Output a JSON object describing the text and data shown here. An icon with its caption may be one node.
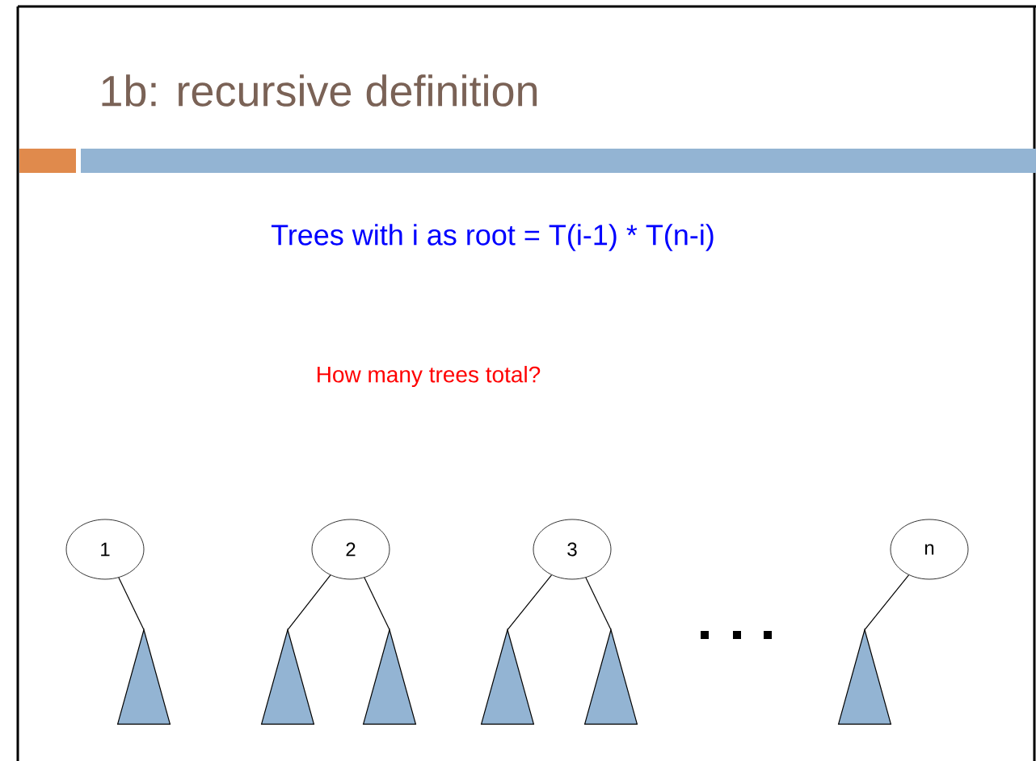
{
  "diagram": {
    "title": "1b: recursive definition",
    "nodes": [
      {
        "text": [
          "1"
        ]
      },
      {
        "text": [
          "2"
        ]
      },
      {
        "text": [
          "3"
        ]
      },
      {
        "text": [
          "n"
        ]
      },
      {
        "text": [],
        "shape": "triangle"
      },
      {
        "text": [],
        "shape": "triangle"
      },
      {
        "text": [],
        "shape": "triangle"
      },
      {
        "text": [],
        "shape": "triangle"
      },
      {
        "text": [],
        "shape": "triangle"
      },
      {
        "text": [],
        "shape": "triangle"
      }
    ],
    "edges": [
      {
        "from": 0,
        "to": 4,
        "arrow": "none"
      },
      {
        "from": 1,
        "to": 5,
        "arrow": "none"
      },
      {
        "from": 1,
        "to": 6,
        "arrow": "none"
      },
      {
        "from": 2,
        "to": 7,
        "arrow": "none"
      },
      {
        "from": 2,
        "to": 8,
        "arrow": "none"
      },
      {
        "from": 3,
        "to": 9,
        "arrow": "none"
      }
    ],
    "labels": [
      "Trees with i as root = T(i-1) * T(n-i)",
      "How many trees total?"
    ]
  }
}
